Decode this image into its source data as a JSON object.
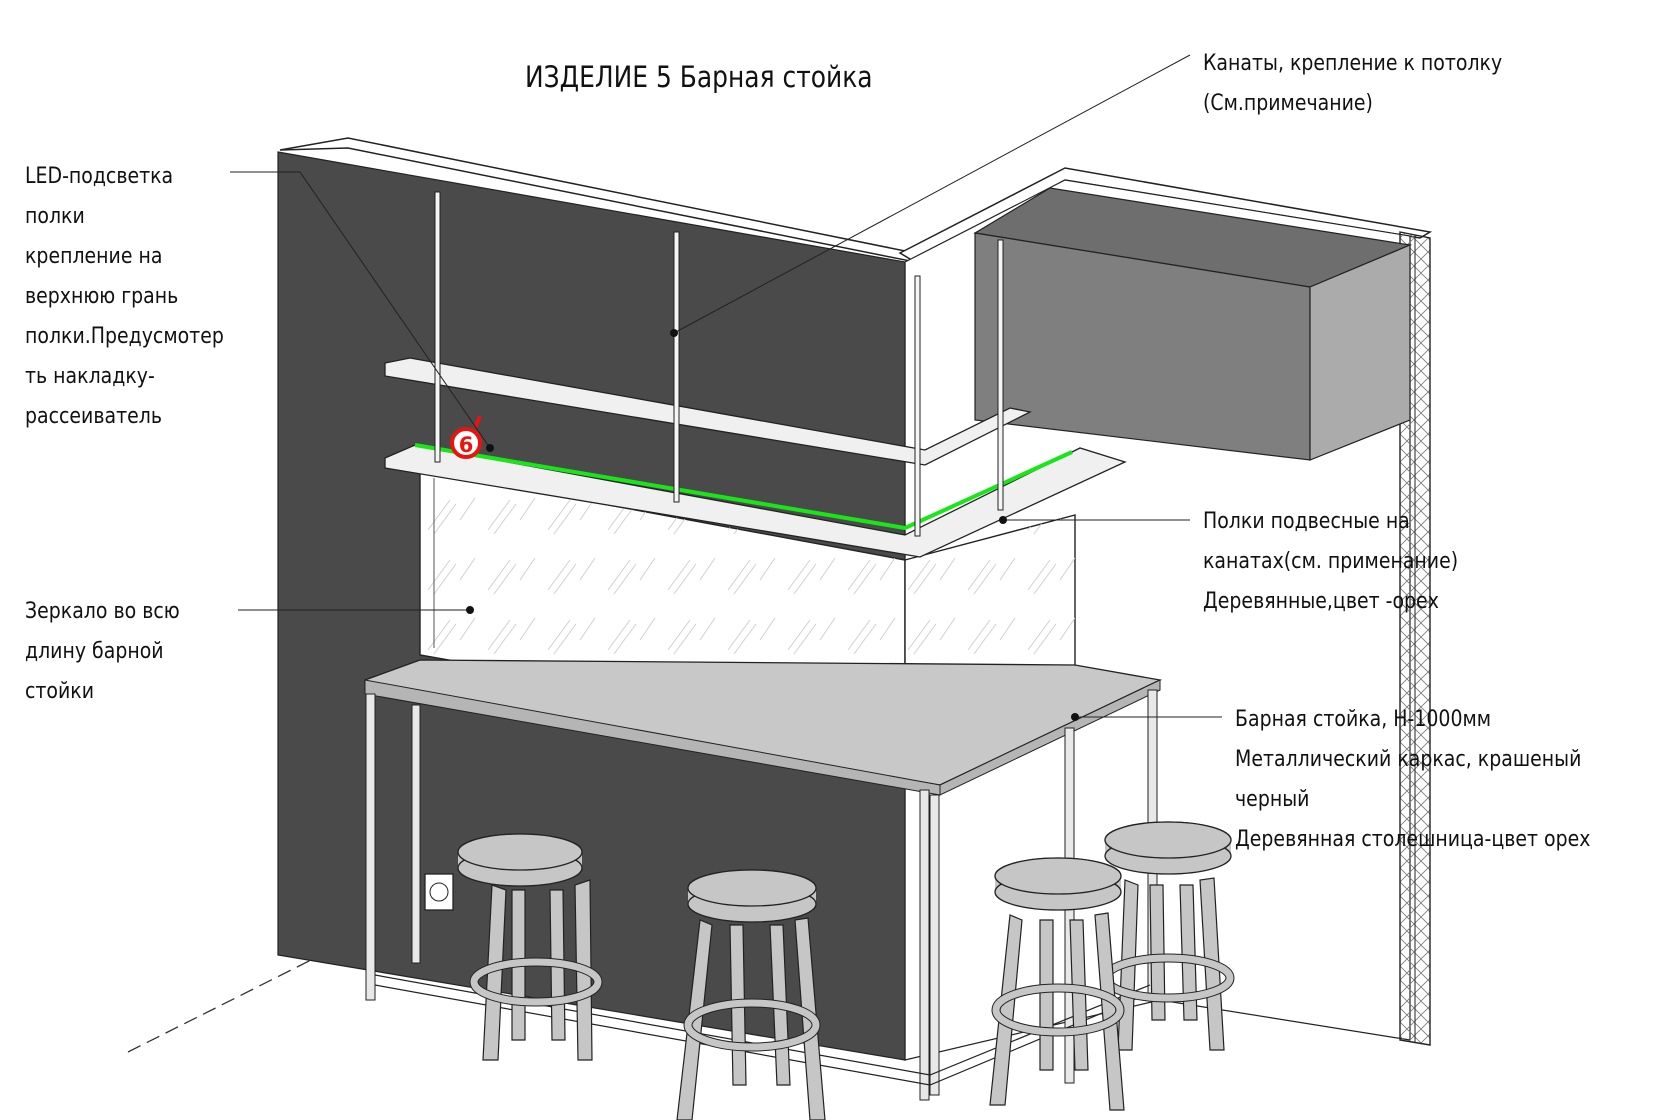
{
  "title": "ИЗДЕЛИЕ 5 Барная стойка",
  "colors": {
    "wall_dark": "#4a4a4a",
    "wall_mid": "#7f7f7f",
    "stroke": "#222222",
    "led": "#19e619",
    "marker": "#e8140f",
    "shelf": "#f0f0f0",
    "top": "#c8c8c8",
    "stool": "#c6c6c6"
  },
  "marker": {
    "label": "6"
  },
  "annotations": {
    "cables": [
      "Канаты, крепление к потолку",
      "(См.примечание)"
    ],
    "led": [
      "LED-подсветка",
      "полки",
      "крепление на",
      "верхнюю грань",
      "полки.Предусмотер",
      "ть накладку-",
      "рассеиватель"
    ],
    "shelves": [
      "Полки подвесные на",
      "канатах(см. применание)",
      "Деревянные,цвет -орех"
    ],
    "mirror": [
      "Зеркало во всю",
      "длину барной",
      "стойки"
    ],
    "counter": [
      "Барная стойка, Н-1000мм",
      "Металлический каркас, крашеный",
      "черный",
      "Деревянная столешница-цвет орех"
    ]
  },
  "icons": {
    "socket": "power-socket-icon"
  }
}
